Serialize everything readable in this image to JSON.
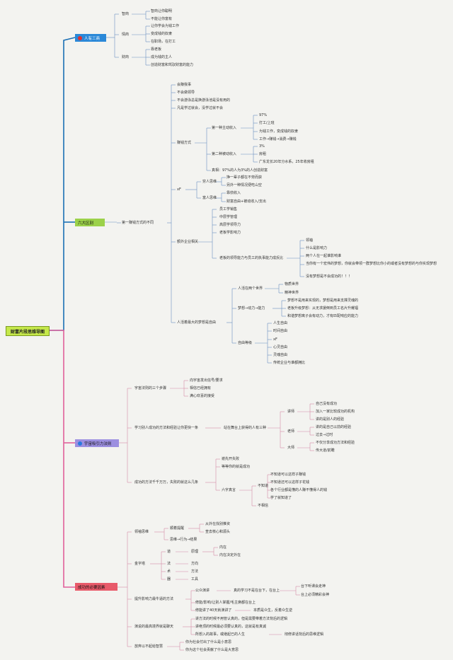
{
  "title": "财富片段思维导图",
  "colors": {
    "branch1": "#1a6fb5",
    "branch2": "#1a6fb5",
    "branch3": "#e0609a",
    "branch4": "#e0609a",
    "box1": "#2a88d8",
    "box2": "#9bd14a",
    "box3": "#9c8fe0",
    "box4": "#e85a6a"
  },
  "branches": [
    {
      "label": "人有三商",
      "icon": "red-circle-icon"
    },
    {
      "label": "六大区别",
      "icon": "none"
    },
    {
      "label": "宇宙吸引力法则",
      "icon": "blue-circle-icon"
    },
    {
      "label": "成功的必要因素",
      "icon": "none"
    }
  ],
  "b1": {
    "c1": "智商",
    "c1_items": [
      "智商让你聪明",
      "不能让你富有"
    ],
    "c2": "情商",
    "c2_items": [
      "让你学会为钱工作",
      "变成钱的奴隶",
      "在职场，在打工"
    ],
    "c3": "财商",
    "c3_items": [
      "靠老板",
      "成为钱的主人",
      "创造财富和驾驭财富的能力"
    ]
  },
  "b2": {
    "main": "第一赚钱方式的不同",
    "top_items": [
      "会赚我事",
      "不会做领导",
      "不会游泳总是换游泳池是没有用的",
      "凡是学过就会，没学过就不会"
    ],
    "earn": "赚钱方式",
    "earn1": "第一种主动收入",
    "earn1_items": [
      "97%",
      "打工/上班",
      "为钱工作，变成钱的奴隶",
      "工作→赚钱→消费→赚钱"
    ],
    "earn2": "第二种被动收入",
    "earn2_items": [
      "3%",
      "房租",
      "广东龙长20年分水系，25年收房租"
    ],
    "earn_truth": "真相：97%的人为3%的人创造财富",
    "xf": "xF",
    "poor": "穷人思维",
    "poor_items": [
      "挣一辈子都在不劳而获",
      "另外一种情况便吃山空"
    ],
    "rich": "富人思维",
    "rich_items": [
      "靠债收入",
      "财富自由+被动收入/支出"
    ],
    "corp": "额外企业相关",
    "corp_items": [
      "员工学销售",
      "中层学管理",
      "高层学领导力",
      "老板学影响力"
    ],
    "boss": "老板的领导能力与员工的执事能力成反比",
    "boss_items": [
      "领袖",
      "什么是影响力",
      "两个人在一起谁影响谁",
      "当你有一个宏伟的梦想，你就会带领一群梦想比你小的或者没有梦想的与你实现梦想",
      "没有梦想是不会成功的！！！"
    ],
    "dream": "人活着最大的梦想是自由",
    "world": "人活在两个世界",
    "world_items": [
      "物质世界",
      "精神世界"
    ],
    "dream2": "梦想→动力→能力",
    "dream2_items": [
      "梦想不是用来实现的，梦想是用来支撑灵魂的",
      "老板升级梦想：从无求援倒到员工名片升耀福",
      "和谐梦想离子会有动力，才有匹配响应的能力"
    ],
    "free": "自由等级",
    "free_items": [
      "人生自由",
      "时间自由",
      "xF",
      "心灵自由",
      "灵魂自由",
      "传统企业与谁都拥比"
    ]
  },
  "b3": {
    "c1": "宇宙法则的三个步骤",
    "c1_items": [
      "向宇宙发出信号/要求",
      "相信已经拥有",
      "满心欢喜的接受"
    ],
    "c2": "学习别人成功的方法和经验让你更快一条",
    "c2_mid": "站在舞台上获得的人有三种",
    "teacher": "讲师",
    "teacher_items": [
      "自己没有成功",
      "加入一家比较成功的机构",
      "讲的是别人的经验"
    ],
    "mentor": "老师",
    "mentor_items": [
      "讲的是自己以前的经验",
      "过去→过时"
    ],
    "master": "大师",
    "master_items": [
      "不仅分享成功方法和经验",
      "传大道/前瞻"
    ],
    "c3": "成功的方法千千万万，失败的就这么几条",
    "c3_items": [
      "谢先开失败",
      "等等你的就是成功"
    ],
    "c3_sub": "六字真言",
    "nokm": "不知道",
    "nokm_items": [
      "不知道可以这样子赚钱",
      "不知道还可以这样子花钱",
      "各个行业都是懂的人赚不懂得人的钱",
      "学了就知道了"
    ],
    "nokm2": "不相信"
  },
  "b4": {
    "c1": "领袖思维",
    "lead": "顺着提醒",
    "lead_items": [
      "从外在找别推资",
      "查去核心和源头"
    ],
    "lead2": "思维→行为→结果",
    "c2": "金字塔",
    "pyr": [
      {
        "k": "道",
        "v": "原理"
      },
      {
        "k": "法",
        "v": "方向"
      },
      {
        "k": "术",
        "v": "方法"
      },
      {
        "k": "器",
        "v": "工具"
      }
    ],
    "dao_items": [
      "内在",
      "内在决定外在"
    ],
    "c3": "提升影响力最牛逼的方法",
    "c3_items": [
      "公众演讲",
      "修能/影响/让别人掌握/毛主席都在台上",
      "修能讲了40天就演讲了"
    ],
    "c3_mid": [
      "真的学习不是在台下，在台上",
      "本质是众生，反着众生逆"
    ],
    "c3_end": [
      "台下听课会走神",
      "台上必须精彩会神"
    ],
    "c4": "演说的最高境界就是聊天",
    "c4_items": [
      "讲方法的时候不用管认真的，但是需要带着方法背后的逻辑",
      "讲绝顶的时候最必须要认真的，这就是有真诚",
      "所想入的故事，或继起已的人生"
    ],
    "c4_end": "彻修讲话背后的思维逻辑",
    "c5": "放弃以不起给智慧",
    "c5_items": [
      "你为社会付出了什么是小意思",
      "你为这个社会贡献了什么是大意思"
    ]
  }
}
